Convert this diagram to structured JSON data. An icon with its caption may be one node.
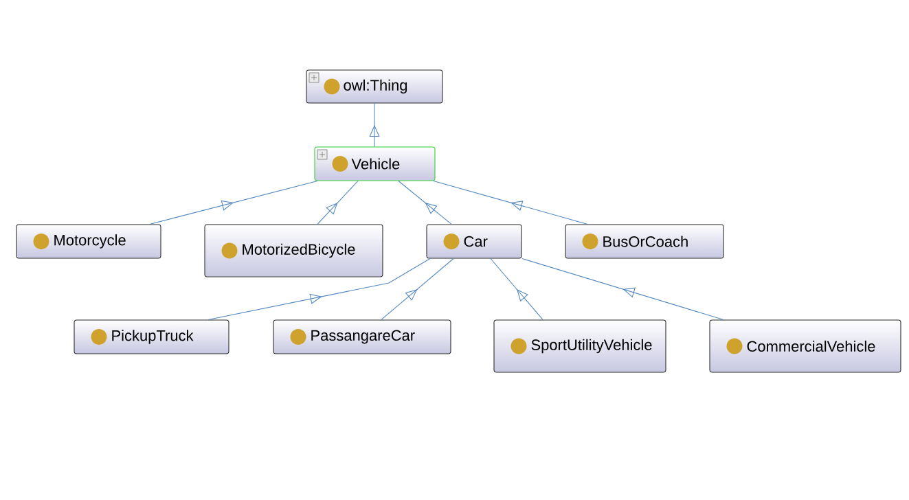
{
  "diagram": {
    "nodes": [
      {
        "text": [
          "owl:Thing"
        ]
      },
      {
        "text": [
          "Vehicle"
        ]
      },
      {
        "text": [
          "Motorcycle"
        ]
      },
      {
        "text": [
          "MotorizedBicycle"
        ]
      },
      {
        "text": [
          "Car"
        ]
      },
      {
        "text": [
          "BusOrCoach"
        ]
      },
      {
        "text": [
          "PickupTruck"
        ]
      },
      {
        "text": [
          "PassangareCar"
        ]
      },
      {
        "text": [
          "SportUtilityVehicle"
        ]
      },
      {
        "text": [
          "CommercialVehicle"
        ]
      }
    ],
    "edges": [
      {
        "from": 1,
        "to": 0,
        "arrow": "to"
      },
      {
        "from": 2,
        "to": 1,
        "arrow": "to"
      },
      {
        "from": 3,
        "to": 1,
        "arrow": "to"
      },
      {
        "from": 4,
        "to": 1,
        "arrow": "to"
      },
      {
        "from": 5,
        "to": 1,
        "arrow": "to"
      },
      {
        "from": 6,
        "to": 4,
        "arrow": "to"
      },
      {
        "from": 7,
        "to": 4,
        "arrow": "to"
      },
      {
        "from": 8,
        "to": 4,
        "arrow": "to"
      },
      {
        "from": 9,
        "to": 4,
        "arrow": "to"
      }
    ]
  }
}
